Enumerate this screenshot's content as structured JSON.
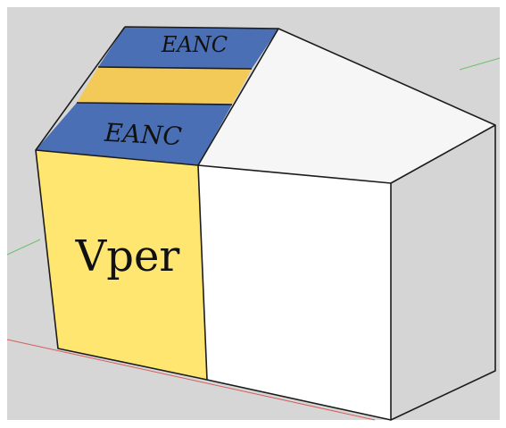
{
  "labels": {
    "roof_top_band": "EANC",
    "roof_bottom_band": "EANC",
    "wall_left": "Vper"
  },
  "colors": {
    "background": "#d6d6d6",
    "frame": "#ffffff",
    "roof_blue": "#4a6fb5",
    "roof_stripe": "#f3ca58",
    "wall_yellow": "#ffe670",
    "wall_white": "#ffffff",
    "roof_white": "#f6f6f6",
    "side_gray": "#d5d5d5",
    "axis_red": "#d65c5c",
    "axis_green": "#6cc06c",
    "edge": "#1c1c1c"
  }
}
